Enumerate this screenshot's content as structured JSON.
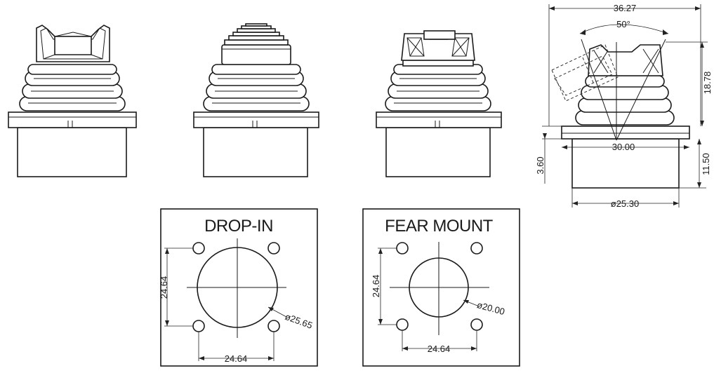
{
  "views": [
    {
      "id": "top-cup",
      "kind": "cup"
    },
    {
      "id": "top-stepped",
      "kind": "stepped"
    },
    {
      "id": "top-grip",
      "kind": "grip"
    }
  ],
  "dimension_drawing": {
    "overall_width": "36.27",
    "tilt_angle": "50°",
    "upper_height": "18.78",
    "flange_width": "30.00",
    "flange_thickness": "3.60",
    "body_height": "11.50",
    "body_diameter": "ø25.30"
  },
  "drop_in": {
    "title": "DROP-IN",
    "hole_spacing_vertical": "24.64",
    "hole_spacing_horizontal": "24.64",
    "cutout_diameter": "ø25.65"
  },
  "rear_mount": {
    "title": "FEAR MOUNT",
    "hole_spacing_vertical": "24.64",
    "hole_spacing_horizontal": "24.64",
    "cutout_diameter": "ø20.00"
  }
}
